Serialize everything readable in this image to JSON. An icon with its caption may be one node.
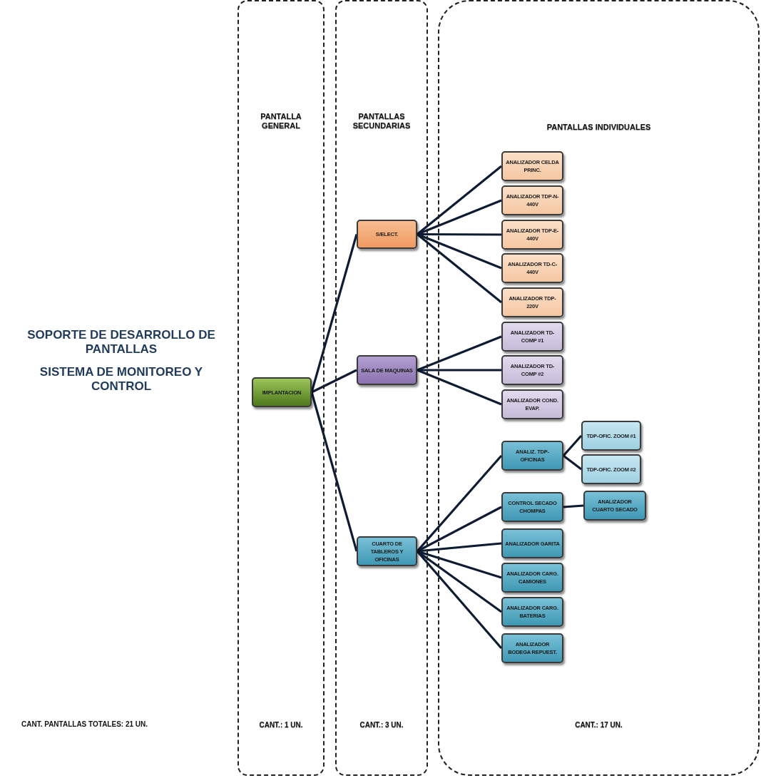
{
  "diagram": {
    "title": "SOPORTE DE DESARROLLO DE PANTALLAS",
    "nodes": [
      {
        "text": [
          "PANTALLA GENERAL",
          "CANT.: 1 UN."
        ]
      },
      {
        "text": [
          "PANTALLAS SECUNDARIAS",
          "CANT.: 3 UN."
        ]
      },
      {
        "text": [
          "PANTALLAS INDIVIDUALES",
          "CANT.: 17 UN."
        ]
      },
      {
        "text": [
          "IMPLANTACION"
        ],
        "in": 0
      },
      {
        "text": [
          "S/ELECT."
        ],
        "in": 1
      },
      {
        "text": [
          "SALA DE MAQUINAS"
        ],
        "in": 1
      },
      {
        "text": [
          "CUARTO DE TABLEROS Y OFICINAS"
        ],
        "in": 1
      },
      {
        "text": [
          "ANALIZADOR CELDA PRINC."
        ],
        "in": 2
      },
      {
        "text": [
          "ANALIZADOR TDP-N-440V"
        ],
        "in": 2
      },
      {
        "text": [
          "ANALIZADOR TDP-E-440V"
        ],
        "in": 2
      },
      {
        "text": [
          "ANALIZADOR TD-C-440V"
        ],
        "in": 2
      },
      {
        "text": [
          "ANALIZADOR TDP-220V"
        ],
        "in": 2
      },
      {
        "text": [
          "ANALIZADOR TD-COMP #1"
        ],
        "in": 2
      },
      {
        "text": [
          "ANALIZADOR TD-COMP #2"
        ],
        "in": 2
      },
      {
        "text": [
          "ANALIZADOR COND. EVAP."
        ],
        "in": 2
      },
      {
        "text": [
          "ANALIZ. TDP-OFICINAS"
        ],
        "in": 2
      },
      {
        "text": [
          "TDP-OFIC. ZOOM #1"
        ],
        "in": 2
      },
      {
        "text": [
          "TDP-OFIC. ZOOM #2"
        ],
        "in": 2
      },
      {
        "text": [
          "CONTROL SECADO CHOMPAS"
        ],
        "in": 2
      },
      {
        "text": [
          "ANALIZADOR CUARTO SECADO"
        ],
        "in": 2
      },
      {
        "text": [
          "ANALIZADOR GARITA"
        ],
        "in": 2
      },
      {
        "text": [
          "ANALIZADOR CARG. CAMIONES"
        ],
        "in": 2
      },
      {
        "text": [
          "ANALIZADOR CARG. BATERIAS"
        ],
        "in": 2
      },
      {
        "text": [
          "ANALIZADOR BODEGA REPUEST."
        ],
        "in": 2
      }
    ],
    "edges": [
      {
        "from": 3,
        "to": 4,
        "arrow": "none"
      },
      {
        "from": 3,
        "to": 5,
        "arrow": "none"
      },
      {
        "from": 3,
        "to": 6,
        "arrow": "none"
      },
      {
        "from": 4,
        "to": 7,
        "arrow": "none"
      },
      {
        "from": 4,
        "to": 8,
        "arrow": "none"
      },
      {
        "from": 4,
        "to": 9,
        "arrow": "none"
      },
      {
        "from": 4,
        "to": 10,
        "arrow": "none"
      },
      {
        "from": 4,
        "to": 11,
        "arrow": "none"
      },
      {
        "from": 5,
        "to": 12,
        "arrow": "none"
      },
      {
        "from": 5,
        "to": 13,
        "arrow": "none"
      },
      {
        "from": 5,
        "to": 14,
        "arrow": "none"
      },
      {
        "from": 6,
        "to": 15,
        "arrow": "none"
      },
      {
        "from": 6,
        "to": 18,
        "arrow": "none"
      },
      {
        "from": 6,
        "to": 20,
        "arrow": "none"
      },
      {
        "from": 6,
        "to": 21,
        "arrow": "none"
      },
      {
        "from": 6,
        "to": 22,
        "arrow": "none"
      },
      {
        "from": 6,
        "to": 23,
        "arrow": "none"
      },
      {
        "from": 15,
        "to": 16,
        "arrow": "none"
      },
      {
        "from": 15,
        "to": 17,
        "arrow": "none"
      },
      {
        "from": 18,
        "to": 19,
        "arrow": "none"
      }
    ],
    "labels": [
      "SISTEMA DE MONITOREO Y CONTROL",
      "CANT. PANTALLAS TOTALES: 21 UN."
    ]
  }
}
